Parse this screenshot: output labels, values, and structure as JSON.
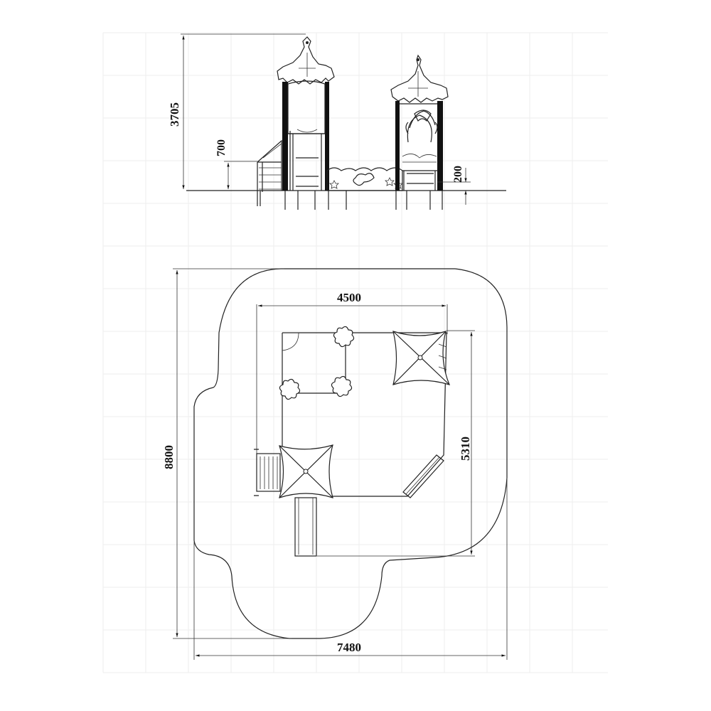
{
  "dimensions": {
    "total_height": "3705",
    "platform_height": "700",
    "low_platform_height": "200",
    "inner_width": "4500",
    "inner_depth": "5310",
    "zone_depth": "8800",
    "zone_width": "7480"
  }
}
